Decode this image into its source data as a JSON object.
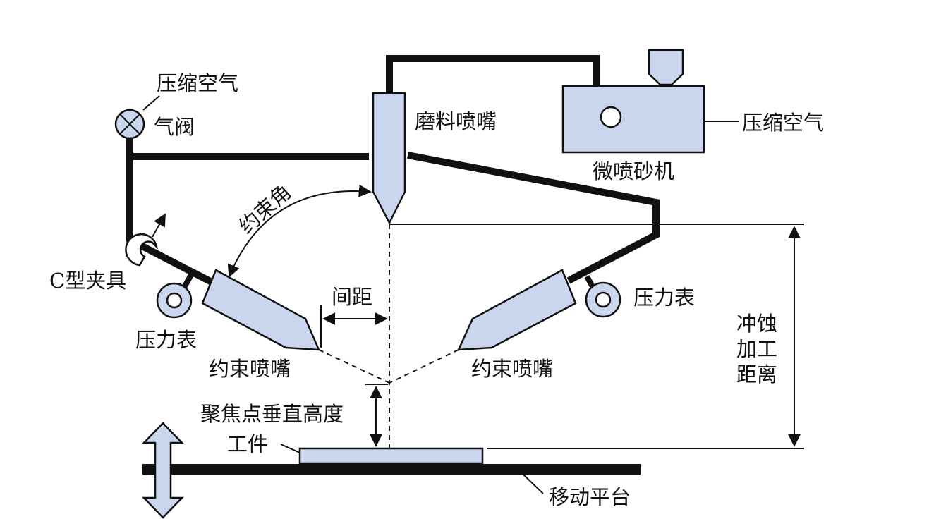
{
  "colors": {
    "component_fill": "#c9d6ee",
    "line": "#111111",
    "background": "#ffffff"
  },
  "labels": {
    "compressed_air_valve": "压缩空气",
    "air_valve": "气阀",
    "abrasive_nozzle": "磨料喷嘴",
    "compressed_air_sandblaster": "压缩空气",
    "micro_sandblaster": "微喷砂机",
    "constraint_angle": "约束角",
    "c_clamp": "C型夹具",
    "gap": "间距",
    "pressure_gauge_left": "压力表",
    "pressure_gauge_right": "压力表",
    "constraint_nozzle_left": "约束喷嘴",
    "constraint_nozzle_right": "约束喷嘴",
    "erosion_distance_line1": "冲蚀",
    "erosion_distance_line2": "加工",
    "erosion_distance_line3": "距离",
    "focus_height": "聚焦点垂直高度",
    "workpiece": "工件",
    "moving_platform": "移动平台"
  }
}
